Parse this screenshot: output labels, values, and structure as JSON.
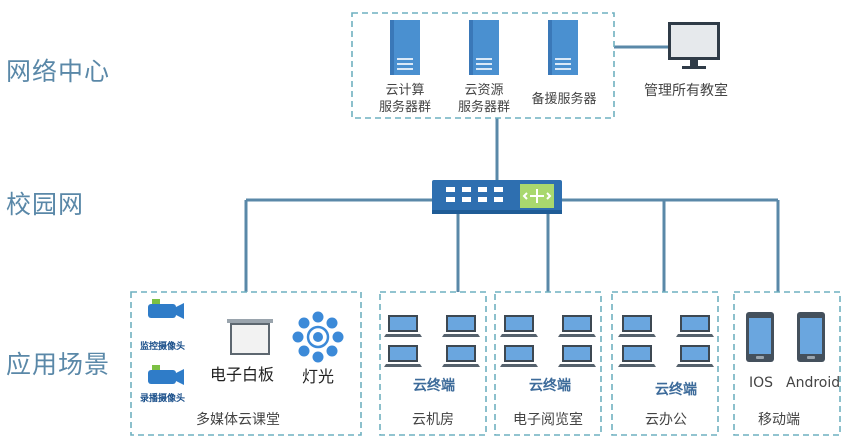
{
  "side_labels": {
    "network_center": "网络中心",
    "campus_network": "校园网",
    "app_scenarios": "应用场景"
  },
  "servers": [
    {
      "line1": "云计算",
      "line2": "服务器群"
    },
    {
      "line1": "云资源",
      "line2": "服务器群"
    },
    {
      "line1": "备援服务器",
      "line2": ""
    }
  ],
  "monitor_label": "管理所有教室",
  "multimedia": {
    "monitor_camera": "监控摄像头",
    "record_camera": "录播摄像头",
    "whiteboard": "电子白板",
    "light": "灯光",
    "caption": "多媒体云课堂"
  },
  "terminal_label": "云终端",
  "groups": {
    "cloud_room": "云机房",
    "reading_room": "电子阅览室",
    "office": "云办公",
    "mobile": "移动端"
  },
  "mobile": {
    "ios": "IOS",
    "android": "Android"
  },
  "colors": {
    "line": "#5a88a8",
    "dash": "#6fb0c0",
    "server": "#4a90d0",
    "switch": "#2e6fb0"
  }
}
